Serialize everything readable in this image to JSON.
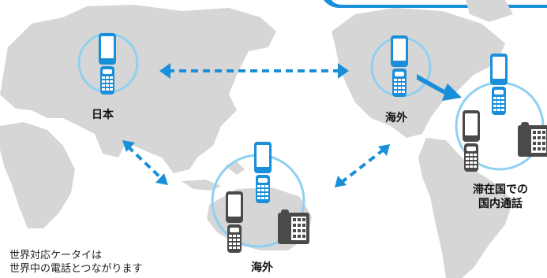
{
  "labels": {
    "japan": "日本",
    "overseas_north": "海外",
    "overseas_south": "海外",
    "local_call_line1": "滞在国での",
    "local_call_line2": "国内通話"
  },
  "caption": {
    "line1": "世界対応ケータイは",
    "line2": "世界中の電話とつながります"
  },
  "colors": {
    "map": "#d6d6d6",
    "ring": "#8fd0f0",
    "arrow": "#1a8fd9",
    "phone_blue": "#1a8fd9",
    "phone_gray": "#4a4a4a",
    "banner": "#1a8fd9"
  }
}
